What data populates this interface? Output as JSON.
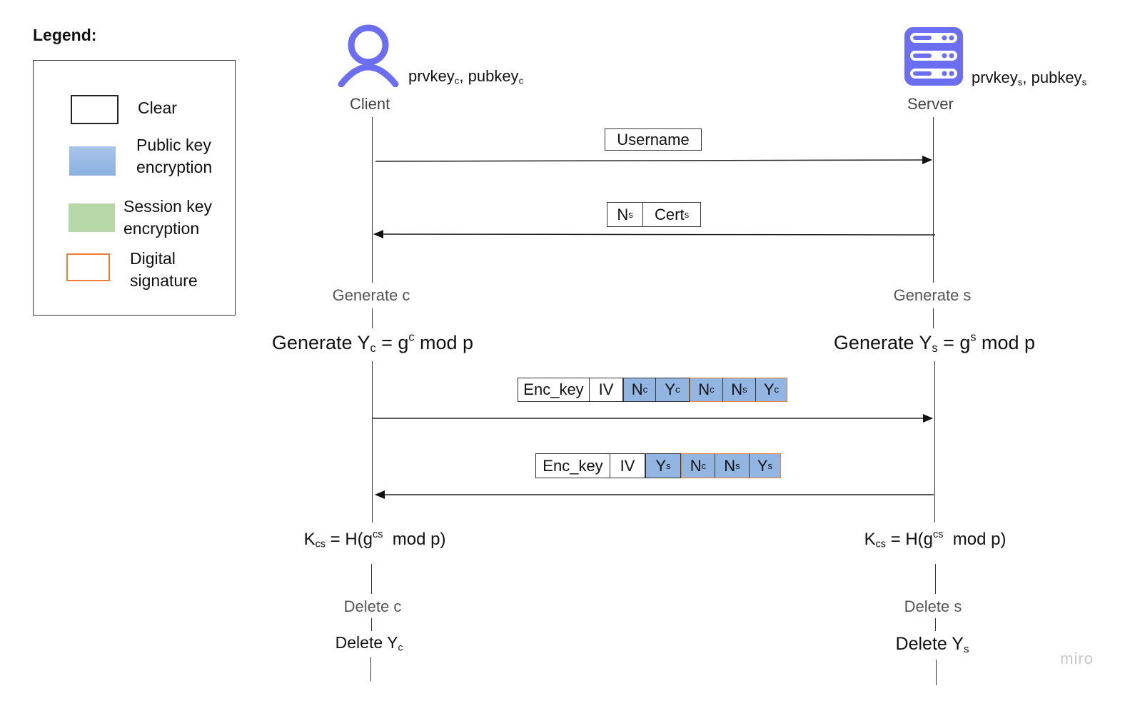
{
  "legend": {
    "title": "Legend:",
    "items": [
      {
        "label": "Clear",
        "fill": "#ffffff",
        "border": "#222222"
      },
      {
        "label": "Public key encryption",
        "fill": "#93b5e1",
        "border": "#93b5e1"
      },
      {
        "label": "Session key encryption",
        "fill": "#b6d7a8",
        "border": "#b6d7a8"
      },
      {
        "label": "Digital signature",
        "fill": "#ffffff",
        "border": "#ed7d31"
      }
    ]
  },
  "client": {
    "label": "Client",
    "keys": [
      "prvkey",
      "c",
      ", pubkey",
      "c"
    ],
    "steps": {
      "generate": "Generate c",
      "gen_y": [
        "Generate Y",
        "c",
        " = g",
        "c",
        " mod p"
      ],
      "k": [
        "K",
        "cs",
        " = H(g",
        "cs",
        "  mod p)"
      ],
      "delete": "Delete c",
      "delete_y": [
        "Delete Y",
        "c"
      ]
    }
  },
  "server": {
    "label": "Server",
    "keys": [
      "prvkey",
      "s",
      ", pubkey",
      "s"
    ],
    "steps": {
      "generate": "Generate s",
      "gen_y": [
        "Generate Y",
        "s",
        " = g",
        "s",
        " mod p"
      ],
      "k": [
        "K",
        "cs",
        " = H(g",
        "cs",
        "  mod p)"
      ],
      "delete": "Delete s",
      "delete_y": [
        "Delete Y",
        "s"
      ]
    }
  },
  "messages": [
    {
      "direction": "client-to-server",
      "fields": [
        [
          "Username",
          ""
        ]
      ]
    },
    {
      "direction": "server-to-client",
      "fields": [
        [
          "N",
          "s"
        ],
        [
          "Cert",
          "s"
        ]
      ]
    },
    {
      "direction": "client-to-server",
      "clear": [
        [
          "Enc_key",
          ""
        ],
        [
          "IV",
          ""
        ]
      ],
      "encrypted": [
        [
          "N",
          "c"
        ],
        [
          "Y",
          "c"
        ]
      ],
      "signed": [
        [
          "N",
          "c"
        ],
        [
          "N",
          "s"
        ],
        [
          "Y",
          "c"
        ]
      ]
    },
    {
      "direction": "server-to-client",
      "clear": [
        [
          "Enc_key",
          ""
        ],
        [
          "IV",
          ""
        ]
      ],
      "encrypted": [
        [
          "Y",
          "s"
        ]
      ],
      "signed": [
        [
          "N",
          "c"
        ],
        [
          "N",
          "s"
        ],
        [
          "Y",
          "s"
        ]
      ]
    }
  ],
  "watermark": "miro"
}
